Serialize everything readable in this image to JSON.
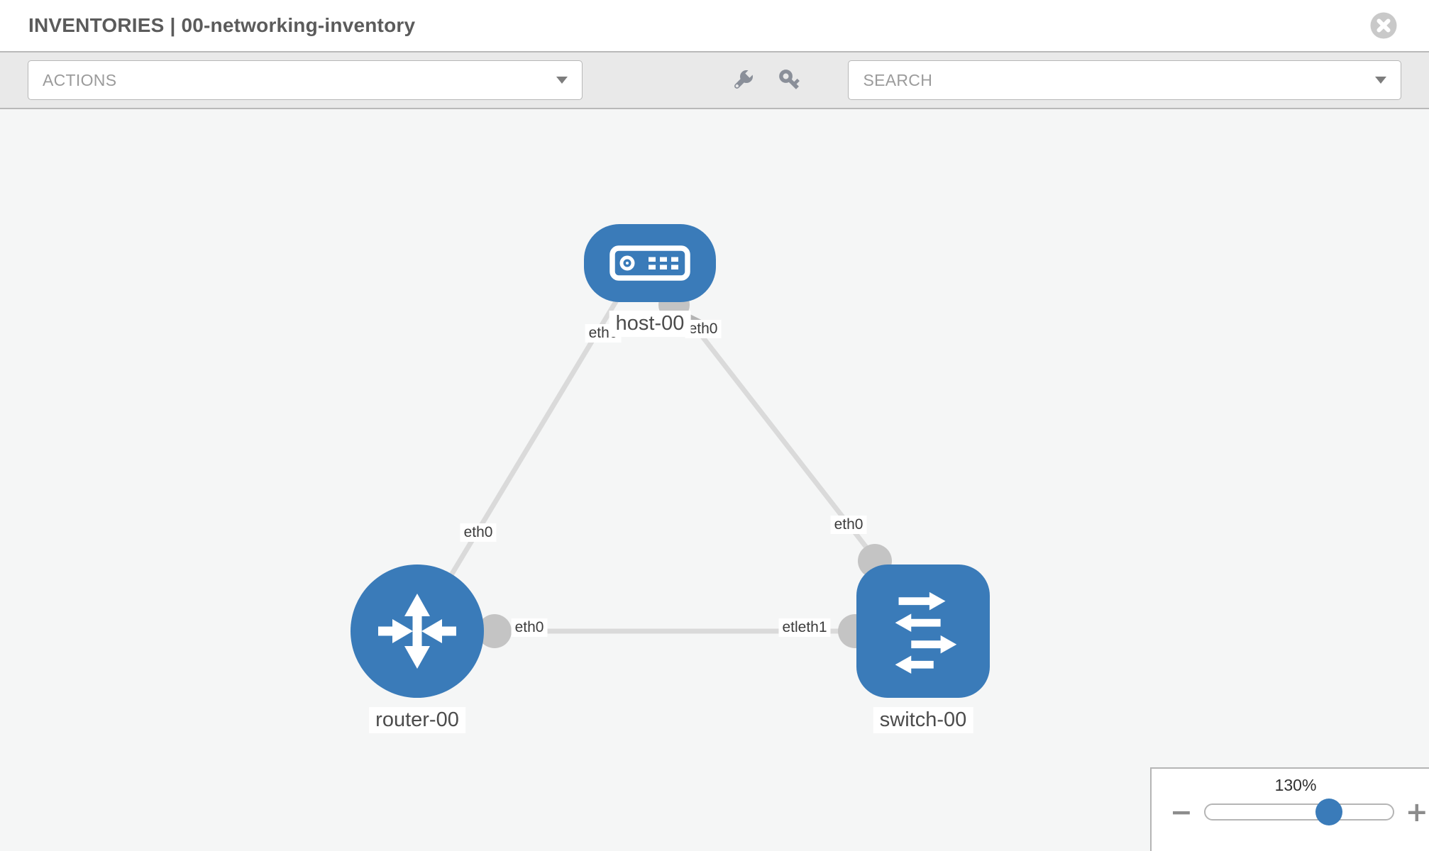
{
  "header": {
    "title": "INVENTORIES | 00-networking-inventory"
  },
  "toolbar": {
    "actions_label": "ACTIONS",
    "search_label": "SEARCH"
  },
  "diagram": {
    "nodes": [
      {
        "label": "host-00",
        "type": "host"
      },
      {
        "label": "router-00",
        "type": "router"
      },
      {
        "label": "switch-00",
        "type": "switch"
      }
    ],
    "links": [
      {
        "from": "host-00",
        "to": "router-00",
        "from_port": "eth0",
        "to_port": "eth0"
      },
      {
        "from": "host-00",
        "to": "switch-00",
        "from_port": "eth0",
        "to_port": "eth0"
      },
      {
        "from": "router-00",
        "to": "switch-00",
        "from_port": "eth0",
        "to_port": "etleth1"
      }
    ],
    "port_labels": [
      "eth0",
      "eth0",
      "eth0",
      "eth0",
      "eth0",
      "etleth1"
    ]
  },
  "zoom": {
    "level": "130%",
    "percent": 65,
    "minus_glyph": "−",
    "plus_glyph": "+"
  },
  "colors": {
    "node_blue": "#3a7bb9",
    "link_gray": "#dadada",
    "interface_gray": "#c4c4c4",
    "toolbar_gray": "#e9e9e9",
    "canvas_gray": "#f5f6f6",
    "icon_gray": "#8a8f99"
  }
}
